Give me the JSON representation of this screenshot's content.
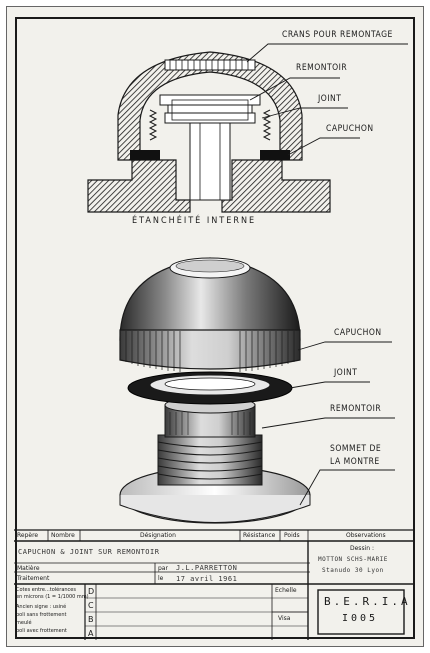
{
  "labels": {
    "crans": "CRANS POUR REMONTAGE",
    "remontoir_top": "REMONTOIR",
    "joint_top": "JOINT",
    "capuchon_top": "CAPUCHON",
    "caption": "ÉTANCHÉITÉ INTERNE",
    "capuchon_bottom": "CAPUCHON",
    "joint_bottom": "JOINT",
    "remontoir_bottom": "REMONTOIR",
    "sommet_line1": "SOMMET DE",
    "sommet_line2": "LA MONTRE"
  },
  "title_block": {
    "headers": [
      "Repère",
      "Nombre",
      "Désignation",
      "Résistance",
      "Poids",
      "Observations"
    ],
    "drawing_title": "CAPUCHON & JOINT SUR REMONTOIR",
    "matiere_label": "Matière",
    "traitement_label": "Traitement",
    "par_label": "par",
    "le_label": "le",
    "par_value": "J.L.PARRETTON",
    "le_value": "17 avril 1961",
    "dessin_label": "Dessin :",
    "dessin_line1": "MOTTON SCHS-MARIE",
    "dessin_line2": "Stanudo 30 Lyon",
    "tolerance_lines": [
      "Cotes entre...tolérances",
      "en microns (1 = 1/1000 mm)"
    ],
    "finish_lines": [
      "Ancien signe : usiné",
      "poli sans frottement",
      "meulé",
      "poli avec frottement"
    ],
    "revisions": [
      "D",
      "C",
      "B",
      "A"
    ],
    "echelle_label": "Echelle",
    "visa_label": "Visa",
    "company": "B.E.R.I.A.",
    "number": "I005"
  }
}
